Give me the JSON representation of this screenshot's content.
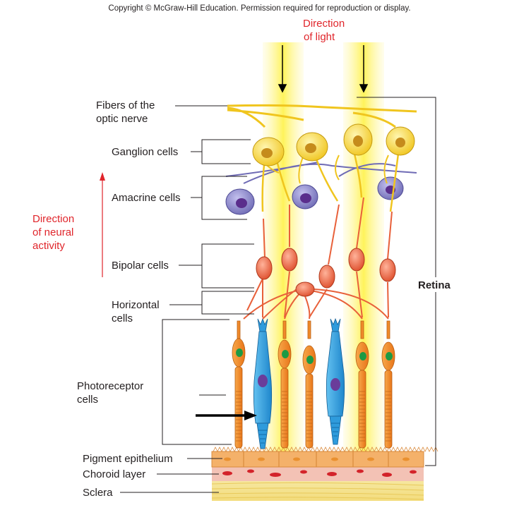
{
  "copyright": "Copyright © McGraw-Hill Education. Permission required for reproduction or display.",
  "labels": {
    "direction_of_light": [
      "Direction",
      "of light"
    ],
    "fibers_optic_nerve": [
      "Fibers of the",
      "optic nerve"
    ],
    "ganglion_cells": "Ganglion cells",
    "amacrine_cells": "Amacrine cells",
    "direction_neural_activity": [
      "Direction",
      "of neural",
      "activity"
    ],
    "bipolar_cells": "Bipolar cells",
    "horizontal_cells": [
      "Horizontal",
      "cells"
    ],
    "photoreceptor_cells": [
      "Photoreceptor",
      "cells"
    ],
    "pigment_epithelium": "Pigment epithelium",
    "choroid_layer": "Choroid layer",
    "sclera": "Sclera",
    "retina": "Retina"
  },
  "colors": {
    "light_beam": "#fff36b",
    "ganglion": "#f7d43a",
    "amacrine": "#8a86c8",
    "bipolar": "#e8603a",
    "rod": "#f08a2a",
    "cone": "#2f9bdc",
    "label_red": "#e0252b"
  }
}
